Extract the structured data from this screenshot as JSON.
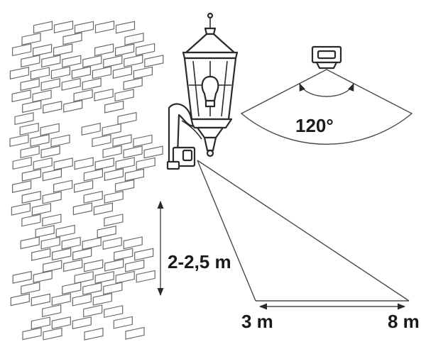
{
  "labels": {
    "angle": "120°",
    "height": "2-2,5 m",
    "range_near": "3 m",
    "range_far": "8 m"
  },
  "icons": {
    "wall": "brick-wall-icon",
    "lamp": "wall-lantern-icon",
    "sensor": "motion-sensor-icon"
  },
  "colors": {
    "stroke": "#4a4a4a",
    "text": "#1a1a1a",
    "background": "#ffffff"
  }
}
